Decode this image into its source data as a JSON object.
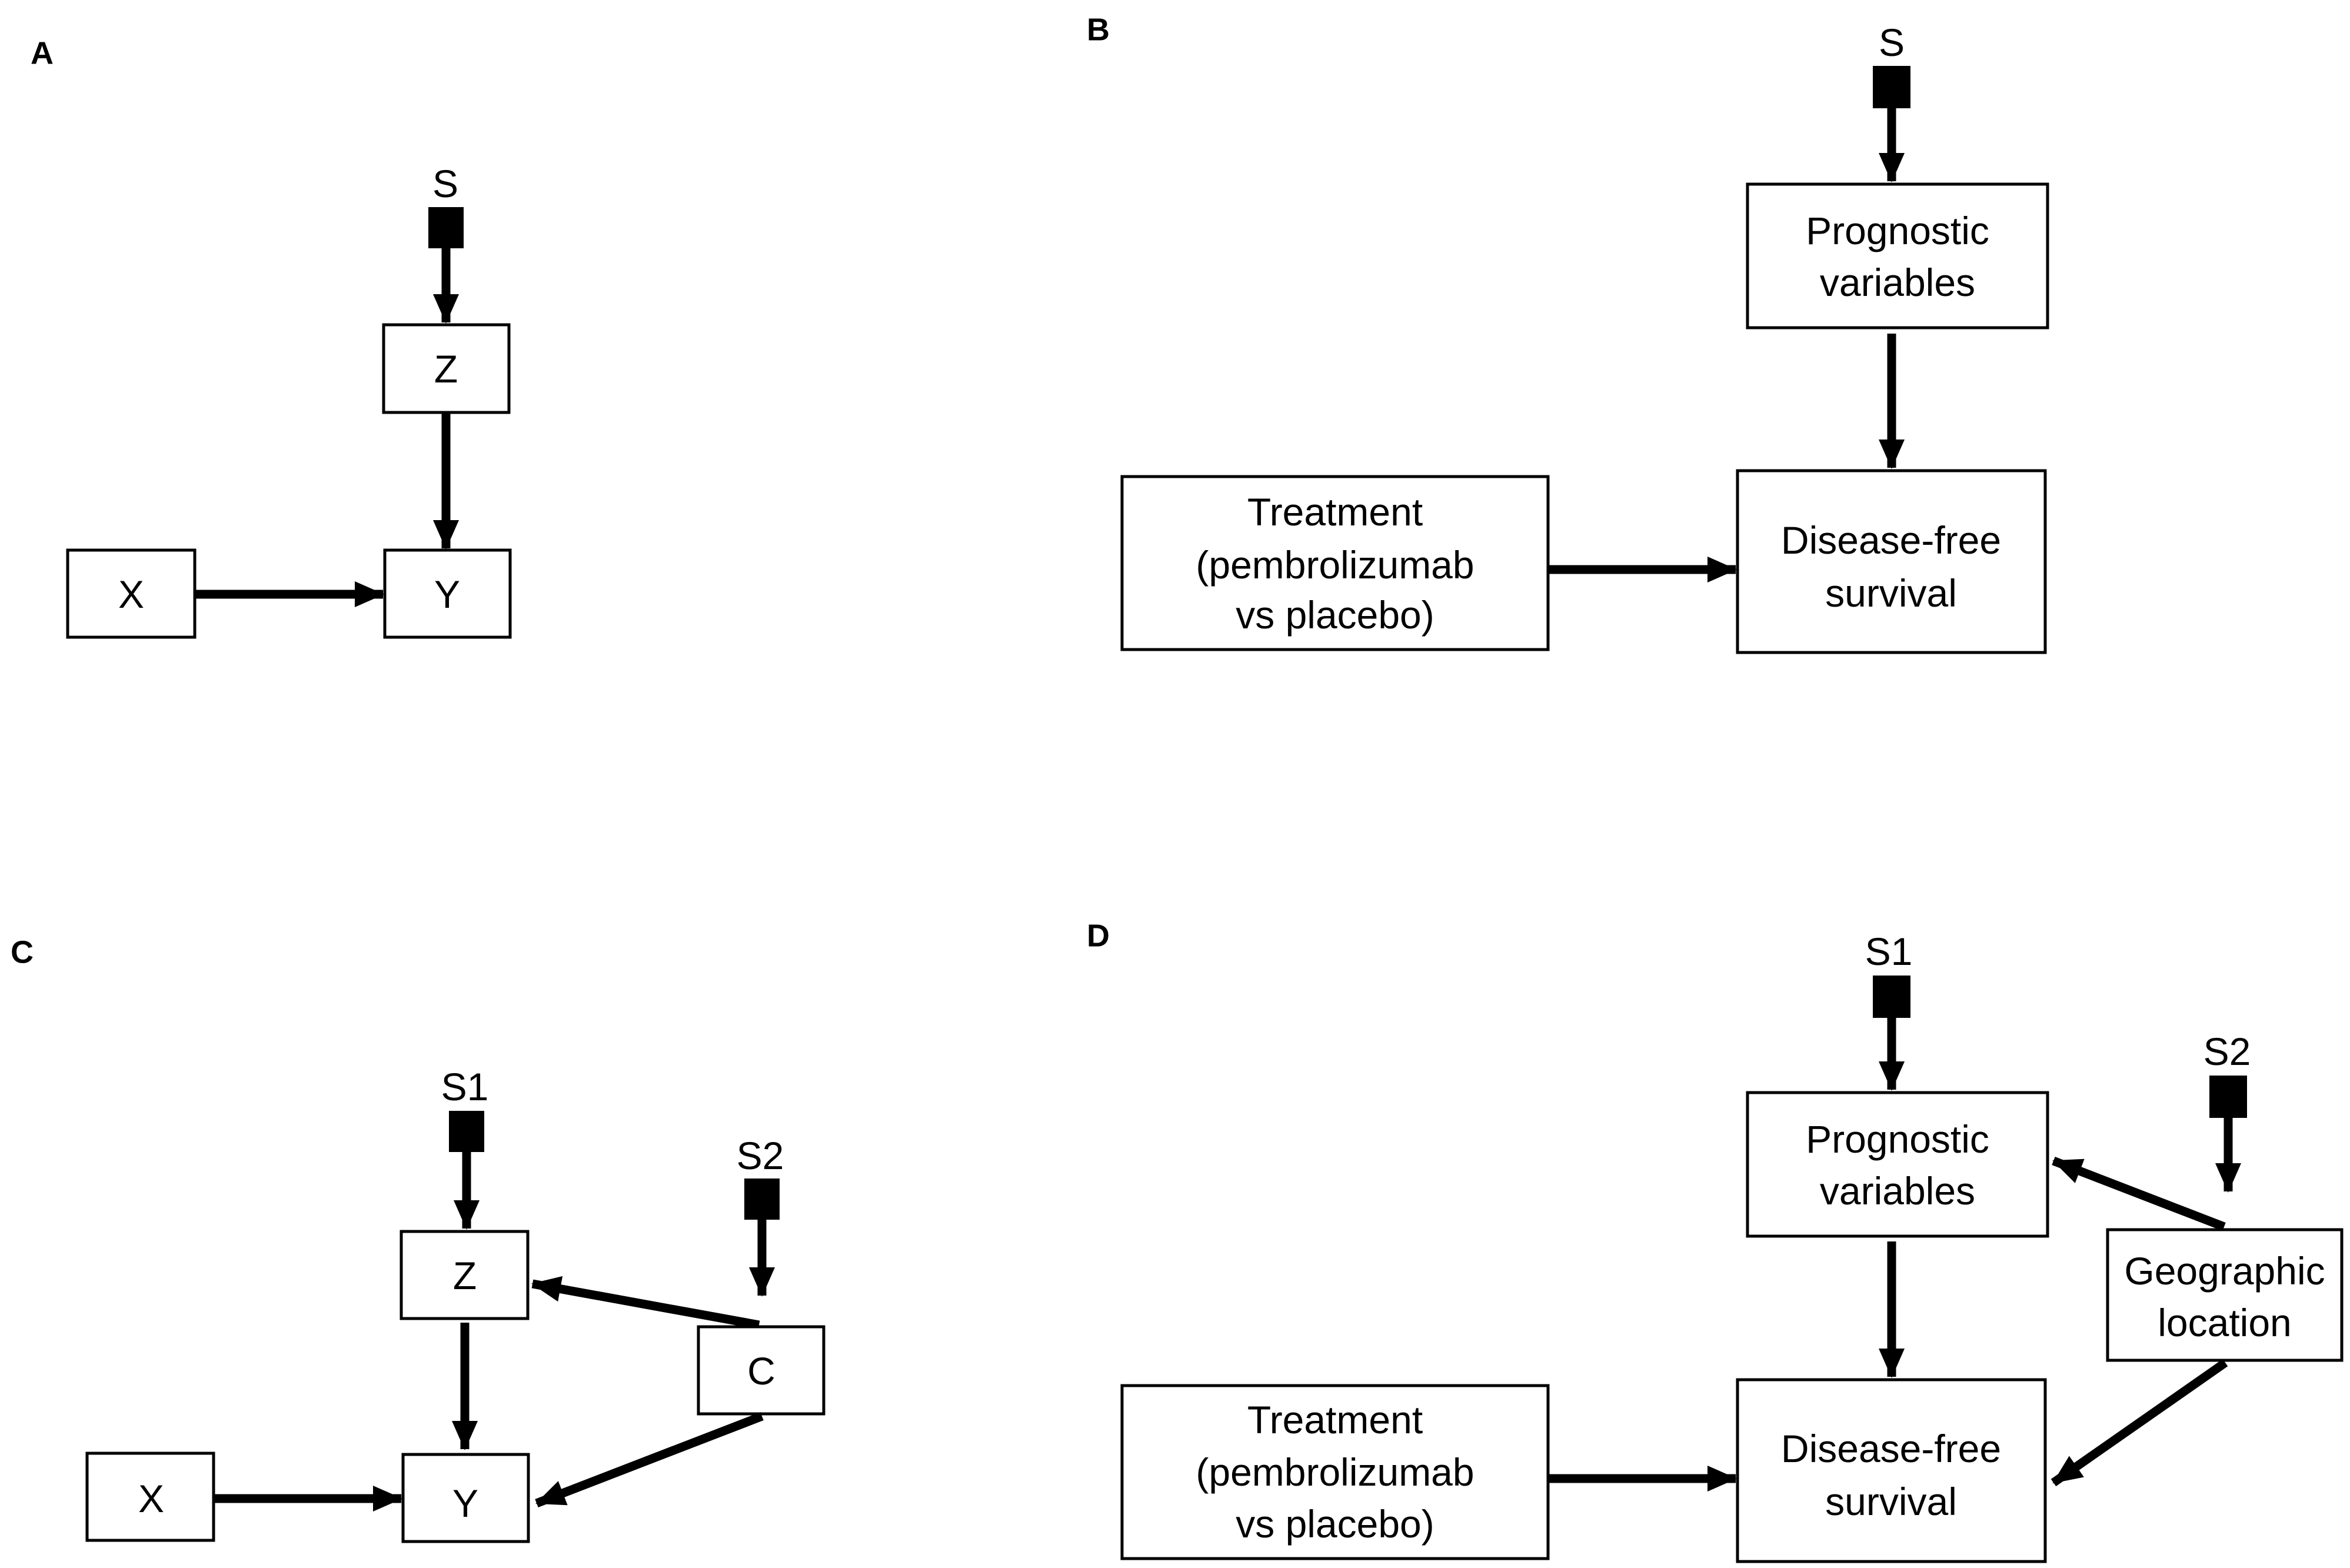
{
  "panels": {
    "A": {
      "label": "A",
      "selection": "S",
      "nodes": {
        "z": "Z",
        "x": "X",
        "y": "Y"
      }
    },
    "B": {
      "label": "B",
      "selection": "S",
      "nodes": {
        "prognostic": [
          "Prognostic",
          "variables"
        ],
        "treatment": [
          "Treatment",
          "(pembrolizumab",
          "vs placebo)"
        ],
        "dfs": [
          "Disease-free",
          "survival"
        ]
      }
    },
    "C": {
      "label": "C",
      "selection_1": "S1",
      "selection_2": "S2",
      "nodes": {
        "z": "Z",
        "c": "C",
        "x": "X",
        "y": "Y"
      }
    },
    "D": {
      "label": "D",
      "selection_1": "S1",
      "selection_2": "S2",
      "nodes": {
        "prognostic": [
          "Prognostic",
          "variables"
        ],
        "geographic": [
          "Geographic",
          "location"
        ],
        "treatment": [
          "Treatment",
          "(pembrolizumab",
          "vs placebo)"
        ],
        "dfs": [
          "Disease-free",
          "survival"
        ]
      }
    }
  }
}
